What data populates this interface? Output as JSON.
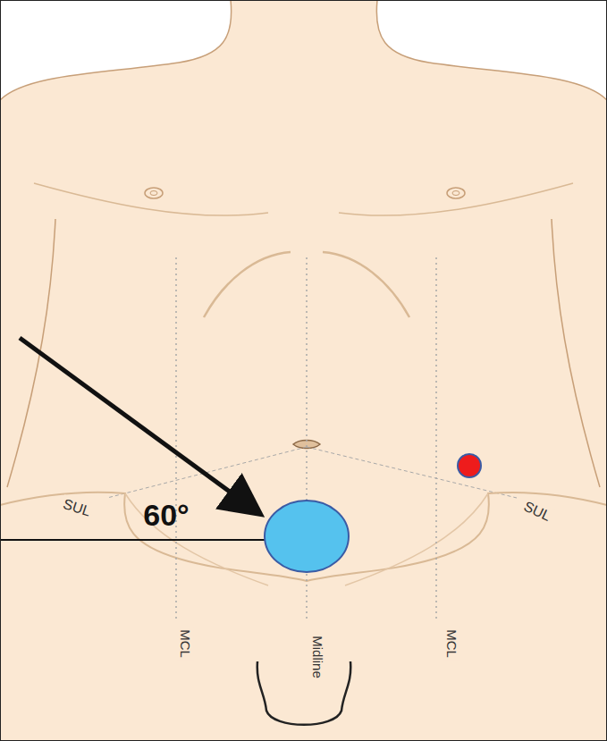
{
  "diagram": {
    "labels": [
      "SUL",
      "60°",
      "SUL",
      "MCL",
      "Midline",
      "MCL"
    ]
  }
}
